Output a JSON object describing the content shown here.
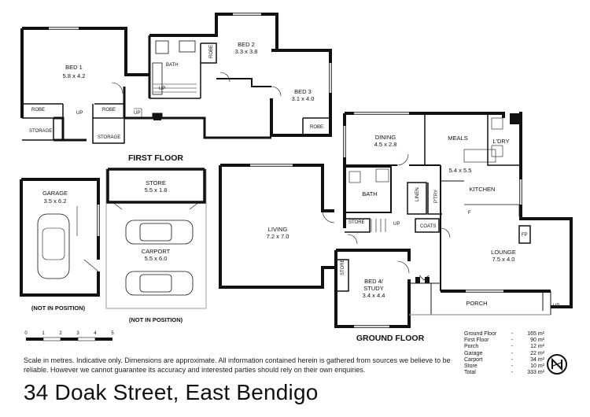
{
  "rooms": {
    "bed1": {
      "name": "BED 1",
      "size": "5.8 x 4.2"
    },
    "bed2": {
      "name": "BED 2",
      "size": "3.3 x 3.8"
    },
    "bed3": {
      "name": "BED 3",
      "size": "3.1 x 4.0"
    },
    "bath_upper": "BATH",
    "robe": "ROBE",
    "storage": "STORAGE",
    "up": "UP",
    "garage": {
      "name": "GARAGE",
      "size": "3.5 x 6.2"
    },
    "store_carport": {
      "name": "STORE",
      "size": "5.5 x 1.8"
    },
    "carport": {
      "name": "CARPORT",
      "size": "5.5 x 6.0"
    },
    "living": {
      "name": "LIVING",
      "size": "7.2 x 7.0"
    },
    "dining": {
      "name": "DINING",
      "size": "4.5 x 2.8"
    },
    "meals": "MEALS",
    "laundry": "L'DRY",
    "kitchen": {
      "name": "KITCHEN",
      "size": "5.4 x 5.5"
    },
    "bath_ground": "BATH",
    "linen": "LINEN",
    "pantry": "P'TRY",
    "coats": "COATS",
    "store": "STORE",
    "lounge": {
      "name": "LOUNGE",
      "size": "7.5 x 4.0"
    },
    "fp": "FP",
    "fridge": "F",
    "bed4": {
      "name": "BED 4/",
      "name2": "STUDY",
      "size": "3.4 x 4.4"
    },
    "porch": "PORCH"
  },
  "headings": {
    "first_floor": "FIRST FLOOR",
    "ground_floor": "GROUND FLOOR",
    "not_in_position": "(NOT IN POSITION)"
  },
  "scale_bar": {
    "ticks": [
      "0",
      "1",
      "2",
      "3",
      "4",
      "5"
    ]
  },
  "disclaimer": "Scale in metres. Indicative only. Dimensions are approximate.  All information contained herein is gathered from sources we believe to be reliable. However we cannot guarantee its accuracy and interested parties should rely on their own enquiries.",
  "address": "34 Doak Street, East Bendigo",
  "areas": [
    {
      "label": "Ground Floor",
      "value": "165 m²"
    },
    {
      "label": "First Floor",
      "value": "90 m²"
    },
    {
      "label": "Porch",
      "value": "12 m²"
    },
    {
      "label": "Garage",
      "value": "22 m²"
    },
    {
      "label": "Carport",
      "value": "34 m²"
    },
    {
      "label": "Store",
      "value": "10 m²"
    },
    {
      "label": "Total",
      "value": "333 m²"
    }
  ],
  "colors": {
    "wall": "#111111",
    "light": "#bfbfbf",
    "accent": "#d9d9d9"
  }
}
